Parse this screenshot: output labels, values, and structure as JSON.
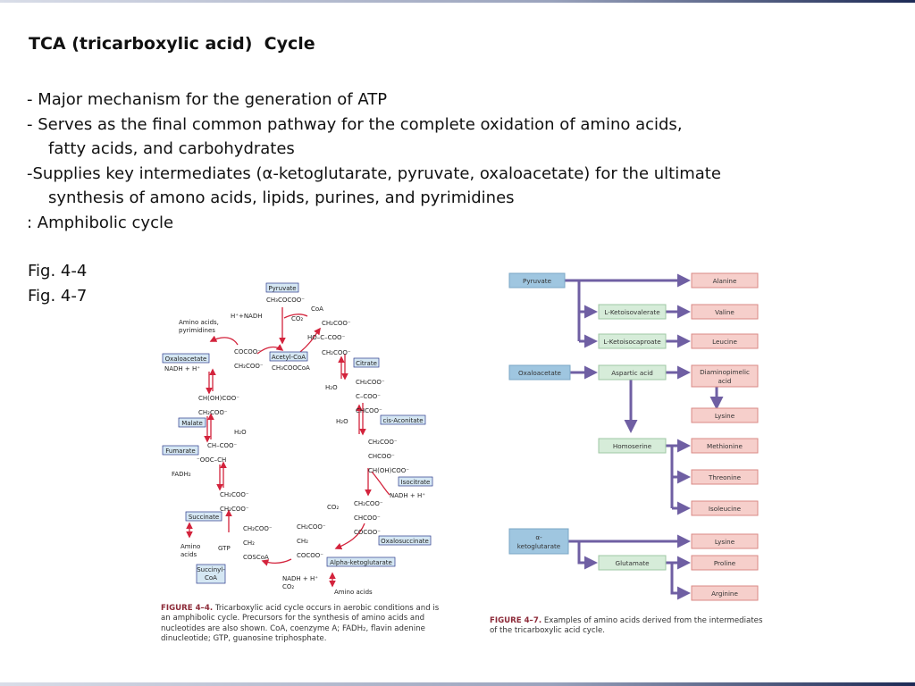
{
  "slide": {
    "title": "TCA (tricarboxylic acid)  Cycle",
    "bullets": [
      "- Major mechanism for the generation of ATP",
      "- Serves as the final common pathway for the complete oxidation of amino acids,",
      "fatty acids, and carbohydrates",
      "-Supplies key intermediates (α-ketoglutarate, pyruvate, oxaloacetate) for the ultimate",
      "synthesis of amono acids, lipids, purines, and pyrimidines",
      " : Amphibolic cycle"
    ],
    "fig_refs": [
      "Fig. 4-4",
      "Fig. 4-7"
    ]
  },
  "figure_4_4": {
    "boxes": {
      "pyruvate": "Pyruvate",
      "acetyl_coa": "Acetyl-CoA",
      "citrate": "Citrate",
      "oxaloacetate": "Oxaloacetate",
      "malate": "Malate",
      "fumarate": "Fumarate",
      "cis_aconitate": "cis-Aconitate",
      "isocitrate": "Isocitrate",
      "oxalosuccinate": "Oxalosuccinate",
      "alpha_ketoglutarate": "Alpha-ketoglutarate",
      "succinate": "Succinate",
      "succinyl_coa_1": "Succinyl-",
      "succinyl_coa_2": "CoA"
    },
    "labels": {
      "pyruvate_formula": "CH₃COCOO⁻",
      "coa": "CoA",
      "h_nadh": "H⁺+NADH",
      "co2_1": "CO₂",
      "amino_pyr_1": "Amino acids,",
      "amino_pyr_2": "pyrimidines",
      "citrate_1": "CH₂COO⁻",
      "citrate_2": "HO–C–COO⁻",
      "citrate_3": "CH₂COO⁻",
      "oaa_1": "COCOO⁻",
      "oaa_2": "CH₂COO⁻",
      "nadh_h_1": "NADH + H⁺",
      "acetyl_formula": "CH₃COOCoA",
      "h2o_1": "H₂O",
      "aco_1": "CH₂COO⁻",
      "aco_2": "C–COO⁻",
      "aco_3": "CHCOO⁻",
      "h2o_2": "H₂O",
      "malate_1": "CH(OH)COO⁻",
      "malate_2": "CH₂COO⁻",
      "h2o_3": "H₂O",
      "iso_1": "CH₂COO⁻",
      "iso_2": "CHCOO⁻",
      "iso_3": "CH(OH)COO⁻",
      "fum_1": "CH–COO⁻",
      "fum_2": "⁻OOC–CH",
      "fadh2": "FADH₂",
      "nadh_h_2": "NADH + H⁺",
      "co2_2": "CO₂",
      "oxs_1": "CH₂COO⁻",
      "oxs_2": "CHCOO⁻",
      "oxs_3": "COCOO⁻",
      "succ_1": "CH₂COO⁻",
      "succ_2": "CH₂COO⁻",
      "scoa_1": "CH₂COO⁻",
      "scoa_2": "CH₂",
      "scoa_3": "COSCoA",
      "akg_1": "CH₂COO⁻",
      "akg_2": "CH₂",
      "akg_3": "COCOO⁻",
      "gtp": "GTP",
      "amino_left_1": "Amino",
      "amino_left_2": "acids",
      "nadh_h_3": "NADH + H⁺",
      "co2_3": "CO₂",
      "amino_bottom": "Amino acids"
    },
    "caption_bold": "FIGURE 4–4.",
    "caption_lines": [
      "Tricarboxylic acid cycle occurs in aerobic conditions and is",
      "an amphibolic cycle. Precursors for the synthesis of amino acids and",
      "nucleotides are also shown. CoA, coenzyme A; FADH₂, flavin adenine",
      "dinucleotide; GTP, guanosine triphosphate."
    ]
  },
  "figure_4_7": {
    "sources": {
      "pyruvate": "Pyruvate",
      "oxaloacetate": "Oxaloacetate",
      "alpha_1": "α-",
      "alpha_2": "ketoglutarate"
    },
    "intermediates": {
      "ketoisovalerate": "L-Ketoisovalerate",
      "ketoisocaproate": "L-Ketoisocaproate",
      "aspartic": "Aspartic acid",
      "homoserine": "Homoserine",
      "glutamate": "Glutamate"
    },
    "products": {
      "alanine": "Alanine",
      "valine": "Valine",
      "leucine": "Leucine",
      "dap_1": "Diaminopimelic",
      "dap_2": "acid",
      "lysine_1": "Lysine",
      "methionine": "Methionine",
      "threonine": "Threonine",
      "isoleucine": "Isoleucine",
      "lysine_2": "Lysine",
      "proline": "Proline",
      "arginine": "Arginine"
    },
    "caption_bold": "FIGURE 4–7.",
    "caption_lines": [
      "Examples of amino acids derived from the intermediates",
      "of the tricarboxylic acid cycle."
    ],
    "colors": {
      "source_fill": "#9fc6e0",
      "intermediate_fill": "#d6ecd9",
      "product_fill": "#f6cfcb",
      "product_stroke": "#d98a84",
      "arrow": "#6f5fa3"
    }
  }
}
